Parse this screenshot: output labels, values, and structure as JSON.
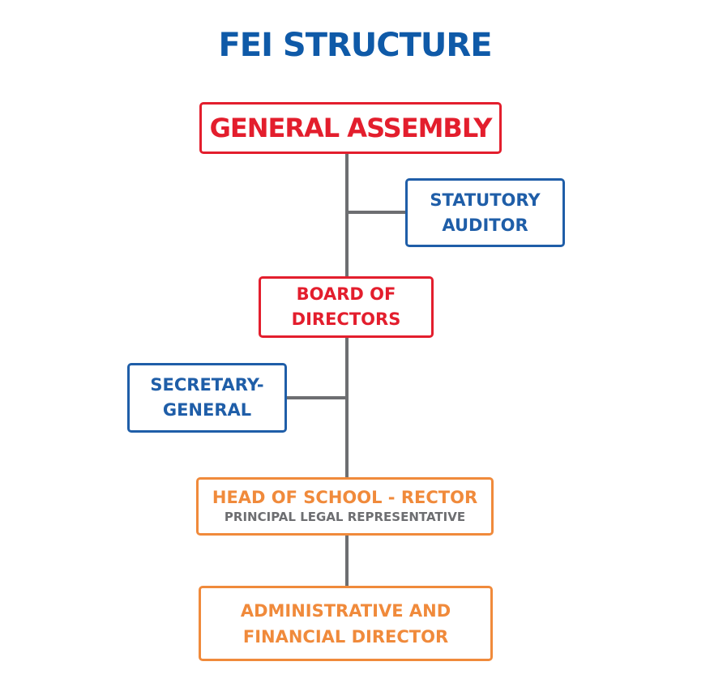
{
  "title": "FEI STRUCTURE",
  "colors": {
    "title": "#0f5aa8",
    "red": "#e31e2d",
    "blue": "#1f5ea8",
    "orange": "#f08a3b",
    "connector": "#6d6e71",
    "subtitle": "#6d6e71"
  },
  "nodes": {
    "general_assembly": {
      "lines": [
        "GENERAL ASSEMBLY"
      ]
    },
    "statutory_auditor": {
      "lines": [
        "STATUTORY",
        "AUDITOR"
      ]
    },
    "board_of_directors": {
      "lines": [
        "BOARD OF",
        "DIRECTORS"
      ]
    },
    "secretary_general": {
      "lines": [
        "SECRETARY-",
        "GENERAL"
      ]
    },
    "head_of_school": {
      "title": "HEAD OF SCHOOL - RECTOR",
      "subtitle": "PRINCIPAL LEGAL REPRESENTATIVE"
    },
    "admin_financial_director": {
      "lines": [
        "ADMINISTRATIVE AND",
        "FINANCIAL DIRECTOR"
      ]
    }
  },
  "edges": [
    {
      "from": "general_assembly",
      "to": "board_of_directors"
    },
    {
      "from": "general_assembly",
      "to": "statutory_auditor"
    },
    {
      "from": "board_of_directors",
      "to": "head_of_school"
    },
    {
      "from": "board_of_directors",
      "to": "secretary_general"
    },
    {
      "from": "head_of_school",
      "to": "admin_financial_director"
    }
  ]
}
